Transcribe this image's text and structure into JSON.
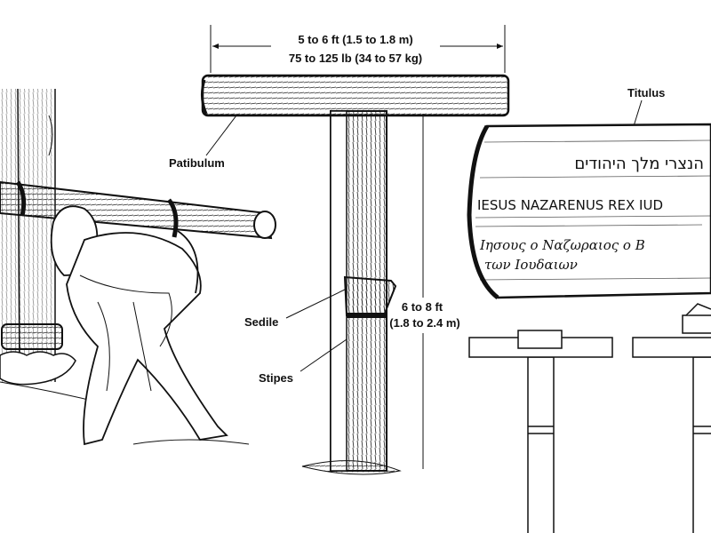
{
  "dimensions": {
    "width_line1": "5 to 6 ft  (1.5 to 1.8 m)",
    "width_line2": "75 to 125 lb  (34 to 57 kg)",
    "height_line1": "6 to 8 ft",
    "height_line2": "(1.8 to 2.4 m)"
  },
  "labels": {
    "patibulum": "Patibulum",
    "sedile": "Sedile",
    "stipes": "Stipes",
    "titulus": "Titulus"
  },
  "titulus_sign": {
    "hebrew": "הנצרי מלך היהודים",
    "latin": "IESUS NAZARENUS REX IUD",
    "greek_line1": "Iησους ο Ναζωραιος ο Β",
    "greek_line2": "των Ιουδαιων"
  }
}
